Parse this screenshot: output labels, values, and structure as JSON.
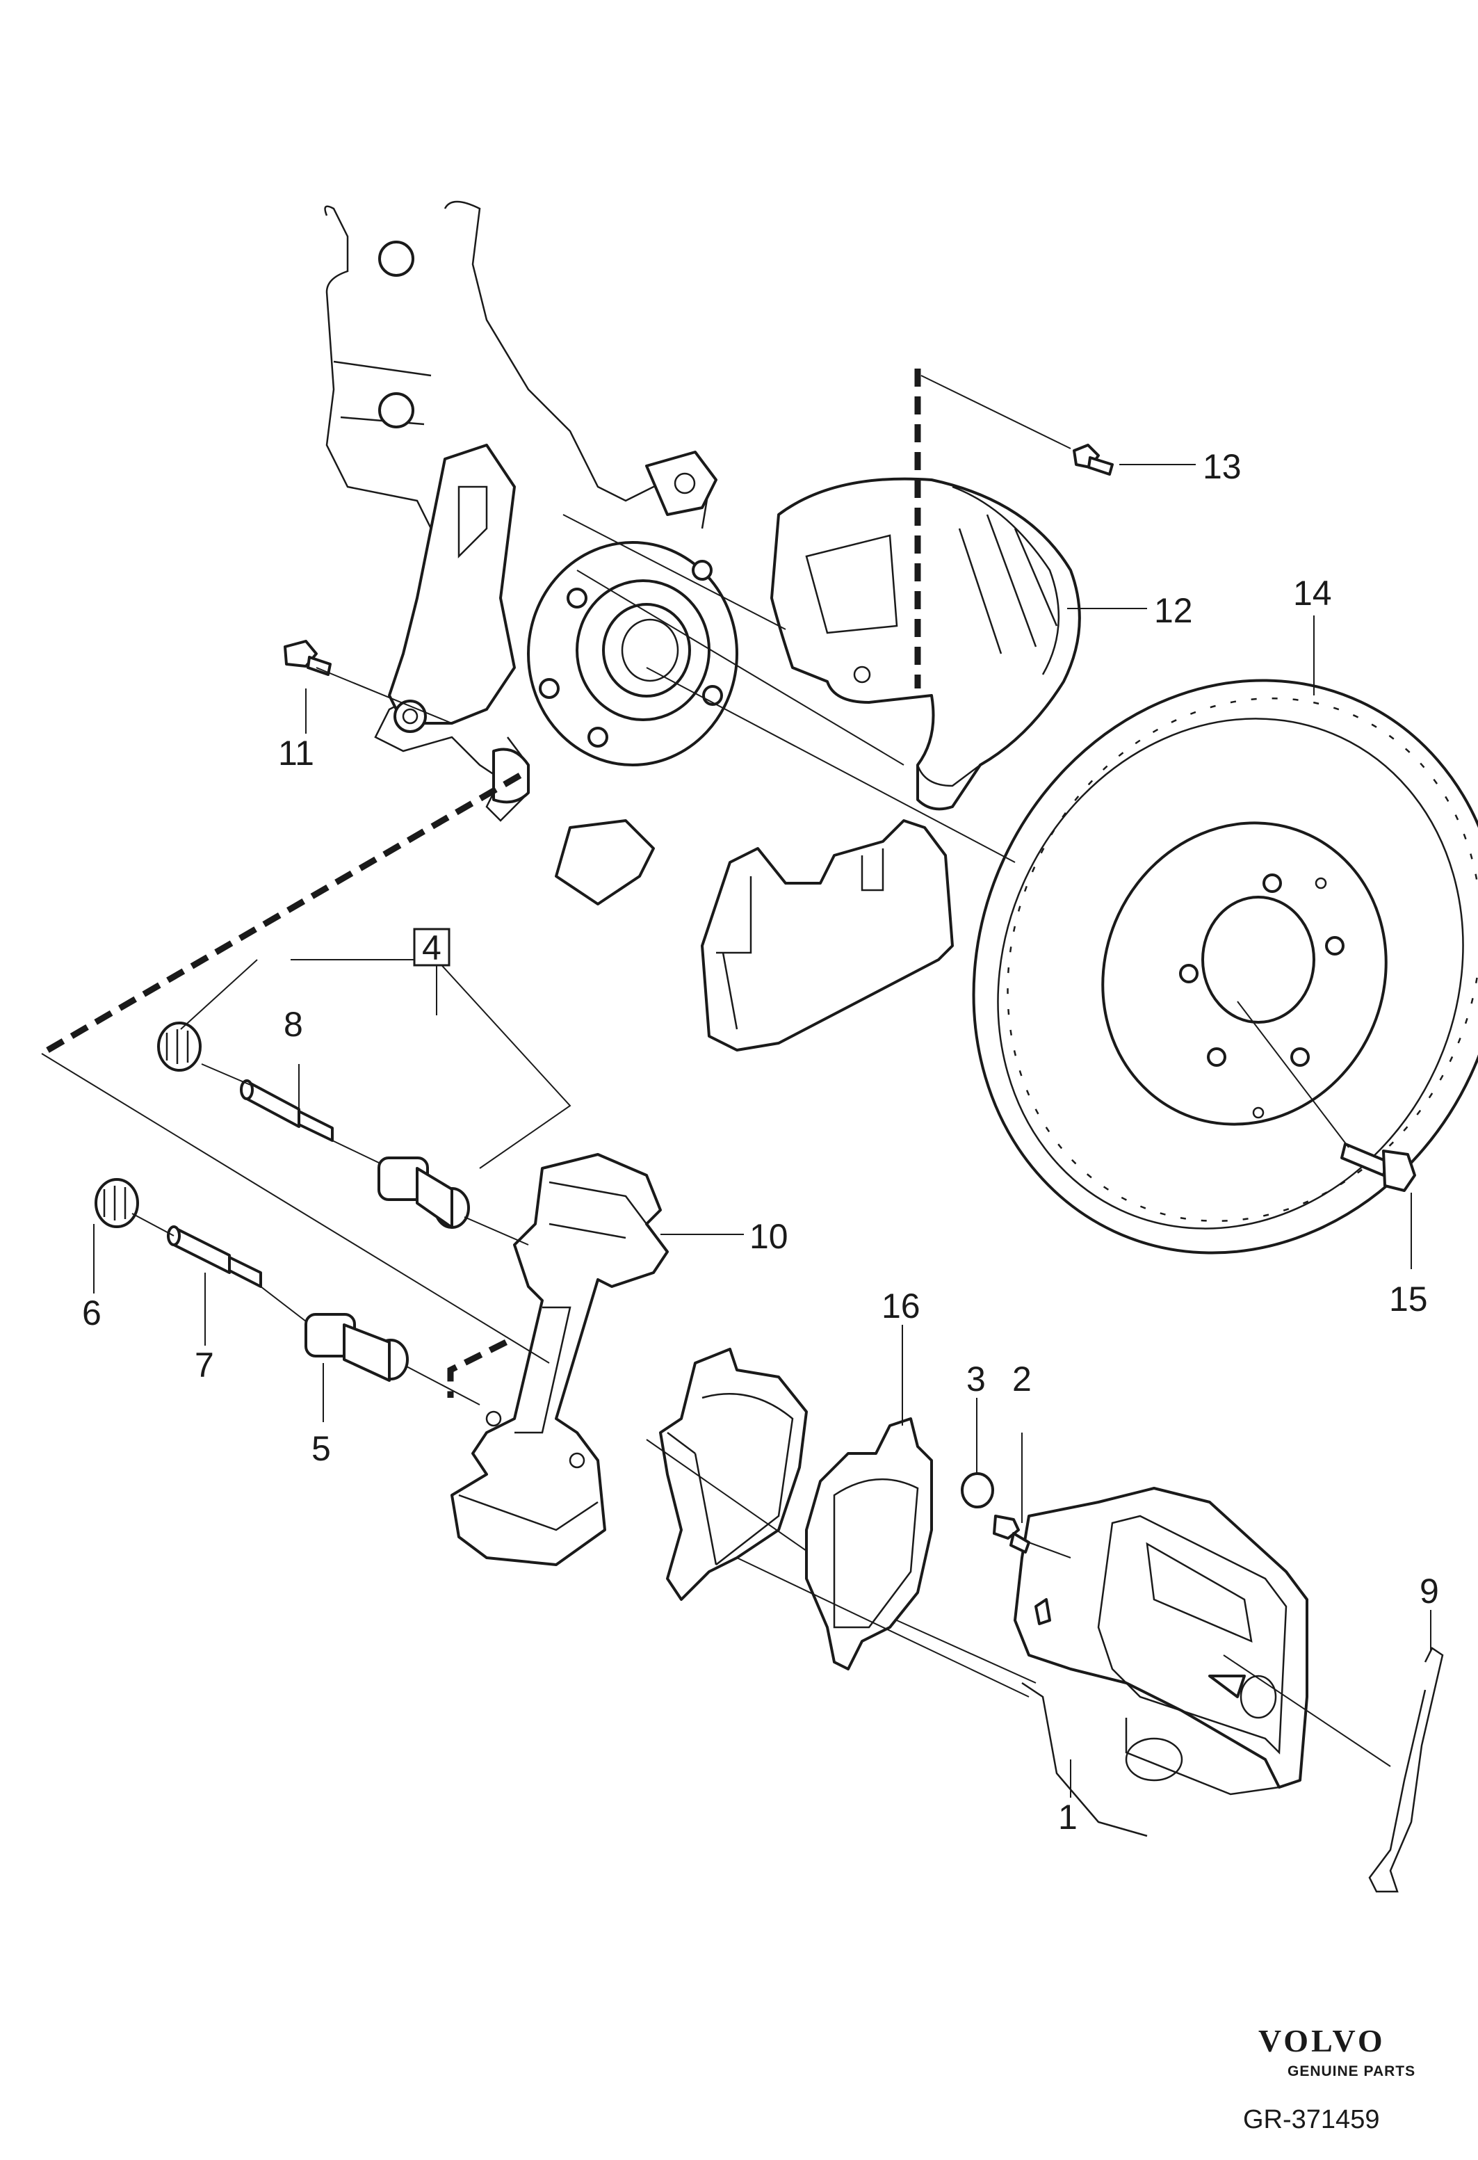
{
  "diagram": {
    "part_labels": [
      "1",
      "2",
      "3",
      "4",
      "5",
      "6",
      "7",
      "8",
      "9",
      "10",
      "11",
      "12",
      "13",
      "14",
      "15",
      "16"
    ],
    "brand": "VOLVO",
    "brand_sub": "GENUINE PARTS",
    "reference": "GR-371459"
  }
}
